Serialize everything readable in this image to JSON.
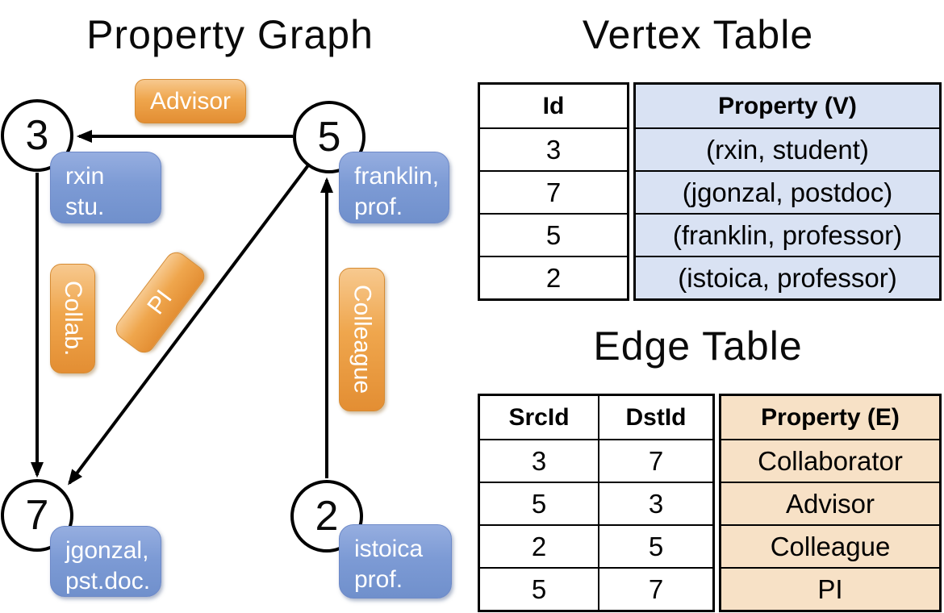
{
  "graph": {
    "title": "Property Graph",
    "nodes": [
      {
        "id": "3",
        "prop_line1": "rxin",
        "prop_line2": "stu."
      },
      {
        "id": "5",
        "prop_line1": "franklin,",
        "prop_line2": "prof."
      },
      {
        "id": "7",
        "prop_line1": "jgonzal,",
        "prop_line2": "pst.doc."
      },
      {
        "id": "2",
        "prop_line1": "istoica",
        "prop_line2": "prof."
      }
    ],
    "edge_labels": {
      "advisor": "Advisor",
      "collab": "Collab.",
      "pi": "PI",
      "colleague": "Colleague"
    }
  },
  "vertex_table": {
    "title": "Vertex Table",
    "col_id_header": "Id",
    "col_prop_header": "Property (V)",
    "rows": [
      {
        "id": "3",
        "prop": "(rxin, student)"
      },
      {
        "id": "7",
        "prop": "(jgonzal, postdoc)"
      },
      {
        "id": "5",
        "prop": "(franklin, professor)"
      },
      {
        "id": "2",
        "prop": "(istoica, professor)"
      }
    ]
  },
  "edge_table": {
    "title": "Edge Table",
    "col_src_header": "SrcId",
    "col_dst_header": "DstId",
    "col_prop_header": "Property (E)",
    "rows": [
      {
        "src": "3",
        "dst": "7",
        "prop": "Collaborator"
      },
      {
        "src": "5",
        "dst": "3",
        "prop": "Advisor"
      },
      {
        "src": "2",
        "dst": "5",
        "prop": "Colleague"
      },
      {
        "src": "5",
        "dst": "7",
        "prop": "PI"
      }
    ]
  },
  "colors": {
    "edge_label_fill": "#efa64d",
    "node_property_fill": "#7d9bd5",
    "vertex_property_bg": "#d9e2f3",
    "edge_property_bg": "#f7e1c6",
    "line_color": "#000000"
  }
}
